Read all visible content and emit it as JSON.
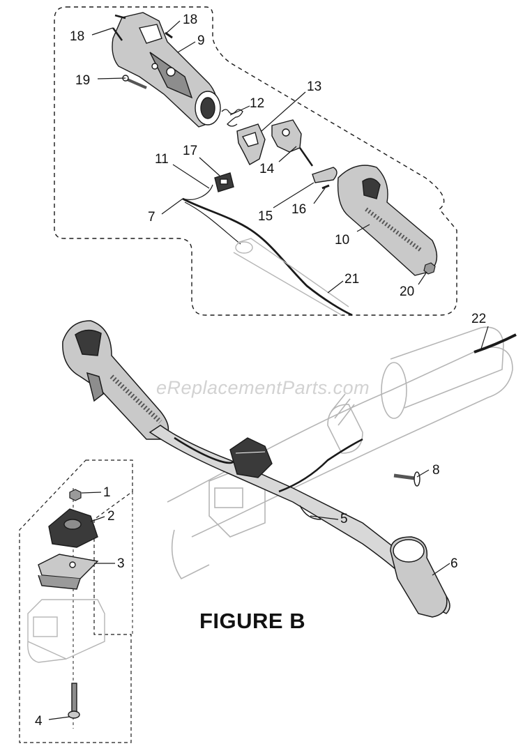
{
  "figure": {
    "title": "FIGURE B",
    "watermark": "eReplacementParts.com"
  },
  "colors": {
    "line": "#1a1a1a",
    "light_outline": "#b5b5b5",
    "part_fill": "#c9c9c9",
    "dark_fill": "#3a3a3a"
  },
  "callouts": [
    {
      "id": "18a",
      "label": "18"
    },
    {
      "id": "18b",
      "label": "18"
    },
    {
      "id": "9",
      "label": "9"
    },
    {
      "id": "19",
      "label": "19"
    },
    {
      "id": "13",
      "label": "13"
    },
    {
      "id": "12",
      "label": "12"
    },
    {
      "id": "17",
      "label": "17"
    },
    {
      "id": "11",
      "label": "11"
    },
    {
      "id": "14",
      "label": "14"
    },
    {
      "id": "7",
      "label": "7"
    },
    {
      "id": "15",
      "label": "15"
    },
    {
      "id": "16",
      "label": "16"
    },
    {
      "id": "10",
      "label": "10"
    },
    {
      "id": "21",
      "label": "21"
    },
    {
      "id": "20",
      "label": "20"
    },
    {
      "id": "22",
      "label": "22"
    },
    {
      "id": "8",
      "label": "8"
    },
    {
      "id": "1",
      "label": "1"
    },
    {
      "id": "2",
      "label": "2"
    },
    {
      "id": "5",
      "label": "5"
    },
    {
      "id": "3",
      "label": "3"
    },
    {
      "id": "6",
      "label": "6"
    },
    {
      "id": "4",
      "label": "4"
    }
  ]
}
